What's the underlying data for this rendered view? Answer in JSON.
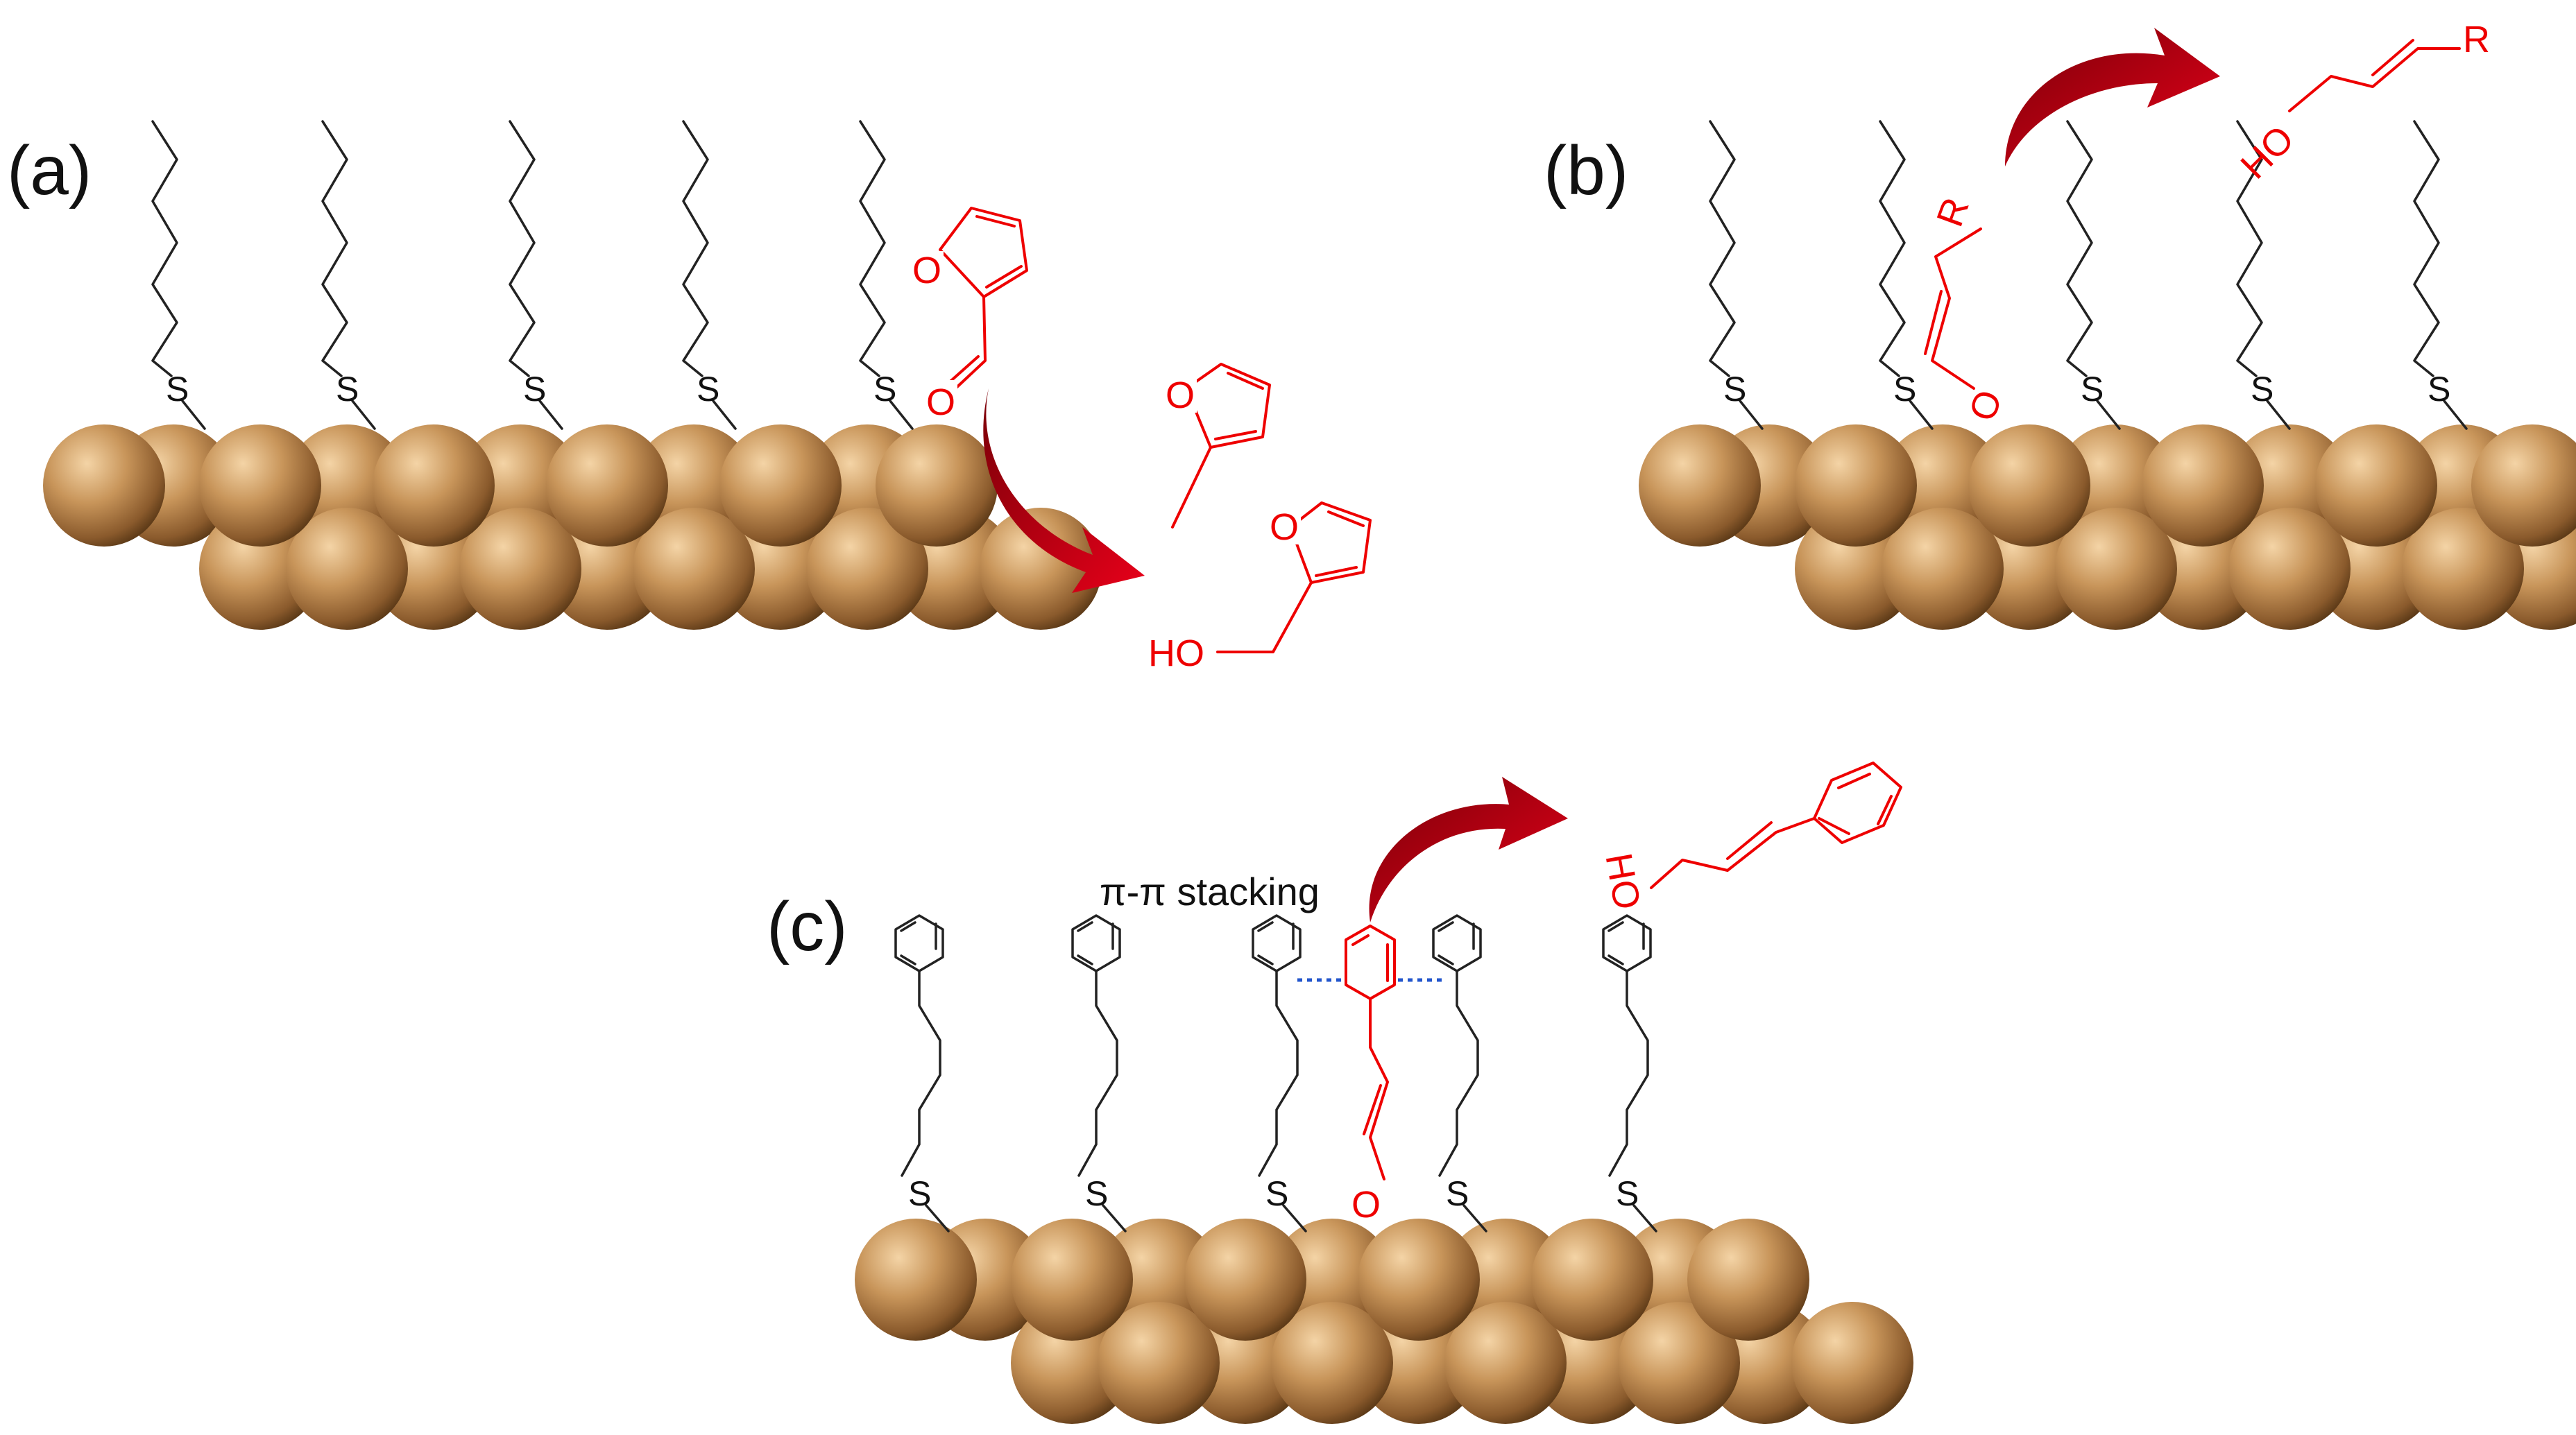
{
  "panels": {
    "a": {
      "label": "(a)"
    },
    "b": {
      "label": "(b)"
    },
    "c": {
      "label": "(c)"
    }
  },
  "atoms": {
    "sulfur": "S",
    "oxygen": "O",
    "hydroxyl": "HO",
    "r_group": "R"
  },
  "annotation": "π-π stacking",
  "colors": {
    "particle": "#c8955a",
    "particle_dark": "#6b4420",
    "molecule": "#ee0000",
    "arrow": "#b0000c",
    "pi_stack": "#2255cc",
    "ligand": "#222222"
  }
}
